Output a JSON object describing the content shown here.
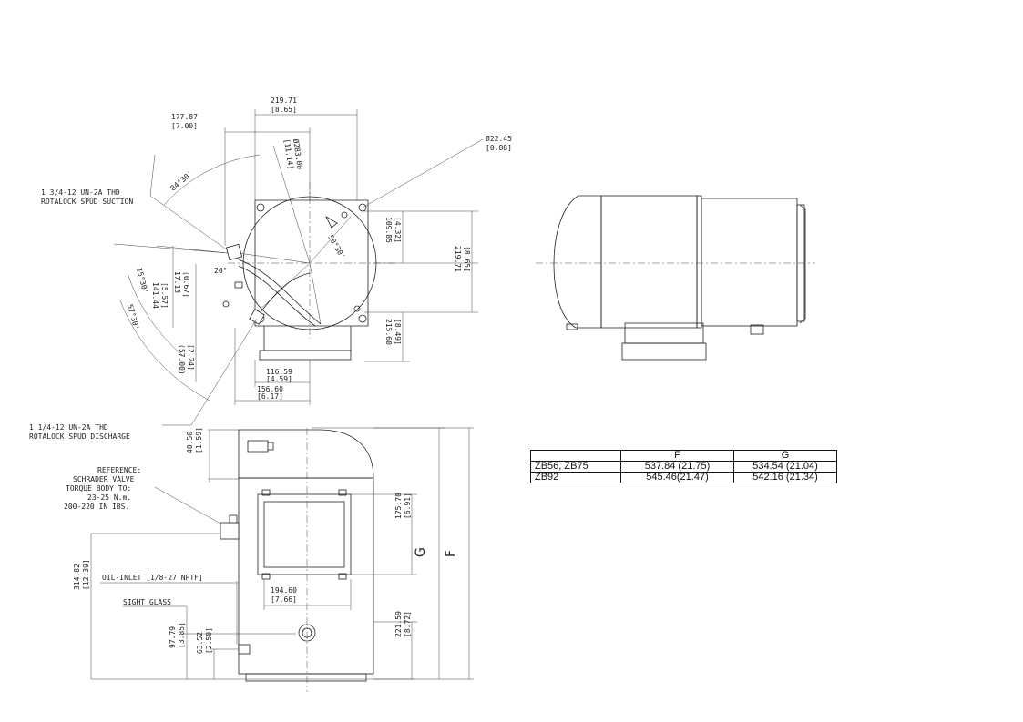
{
  "top_view": {
    "dim_width_mm": "219.71",
    "dim_width_in": "[8.65]",
    "dim_offset_mm": "177.87",
    "dim_offset_in": "[7.00]",
    "dim_dia_mm": "Ø283.00",
    "dim_dia_in": "[11.14]",
    "dim_hole_mm": "Ø22.45",
    "dim_hole_in": "[0.88]",
    "angle_84": "84°30'",
    "angle_50": "50°30'",
    "angle_20": "20°",
    "angle_57": "57°30'",
    "angle_15": "15°30'",
    "dim_right_upper_mm": "109.85",
    "dim_right_upper_in": "[4.32]",
    "dim_right_total_mm": "219.71",
    "dim_right_total_in": "[8.65]",
    "dim_right_lower_mm": "215.60",
    "dim_right_lower_in": "[8.49]",
    "dim_v1_mm": "141.44",
    "dim_v1_in": "[5.57]",
    "dim_v2_mm": "17.13",
    "dim_v2_in": "[0.67]",
    "dim_v3_mm": "(57.00)",
    "dim_v3_in": "[2.24]",
    "dim_b1_mm": "116.59",
    "dim_b1_in": "[4.59]",
    "dim_b2_mm": "156.60",
    "dim_b2_in": "[6.17]",
    "suction_line1": "1 3/4-12 UN-2A THD",
    "suction_line2": "ROTALOCK SPUD SUCTION",
    "discharge_line1": "1 1/4-12 UN-2A THD",
    "discharge_line2": "ROTALOCK SPUD DISCHARGE"
  },
  "front_view": {
    "ref_line1": "REFERENCE:",
    "ref_line2": "SCHRADER VALVE",
    "ref_line3": "TORQUE BODY TO:",
    "ref_line4": "23-25 N.m.",
    "ref_line5": "200-220 IN IBS.",
    "oil_inlet": "OIL-INLET [1/8-27 NPTF]",
    "sight_glass": "SIGHT GLASS",
    "dim_40_mm": "40.50",
    "dim_40_in": "[1.59]",
    "dim_175_mm": "175.70",
    "dim_175_in": "[6.91]",
    "dim_194_mm": "194.60",
    "dim_194_in": "[7.66]",
    "dim_314_mm": "314.82",
    "dim_314_in": "[12.39]",
    "dim_221_mm": "221.59",
    "dim_221_in": "[8.72]",
    "dim_97_mm": "97.79",
    "dim_97_in": "[3.85]",
    "dim_63_mm": "63.52",
    "dim_63_in": "[2.50]",
    "label_g": "G",
    "label_f": "F"
  },
  "table": {
    "headers": [
      "",
      "F",
      "G"
    ],
    "rows": [
      [
        "ZB56, ZB75",
        "537.84 (21.75)",
        "534.54 (21.04)"
      ],
      [
        "ZB92",
        "545.46(21.47)",
        "542.16 (21.34)"
      ]
    ]
  }
}
